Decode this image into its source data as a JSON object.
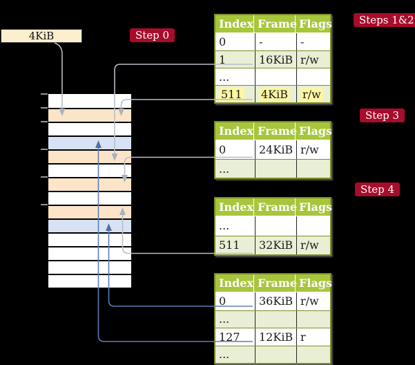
{
  "frame_box": {
    "label": "4KiB"
  },
  "steps": {
    "step0": "Step 0",
    "steps12": "Steps 1&2",
    "step3": "Step 3",
    "step4": "Step 4"
  },
  "memory": {
    "description": "physical memory frames, 4KiB each, top = 0KiB, one row = 4KiB",
    "rows": [
      "white",
      "orange",
      "white",
      "blue",
      "orange",
      "white",
      "orange",
      "white",
      "orange",
      "blue",
      "white",
      "white",
      "white",
      "white"
    ],
    "tick_rows": [
      0,
      1,
      2,
      4,
      6,
      8
    ]
  },
  "tables": [
    {
      "name": "page-table-steps-1-2",
      "headers": [
        "Index",
        "Frame",
        "Flags"
      ],
      "rows": [
        {
          "cells": [
            "0",
            "-",
            "-"
          ],
          "alt": false,
          "highlight": false
        },
        {
          "cells": [
            "1",
            "16KiB",
            "r/w"
          ],
          "alt": true,
          "highlight": false
        },
        {
          "cells": [
            "...",
            "",
            ""
          ],
          "alt": false,
          "highlight": false
        },
        {
          "cells": [
            "511",
            "4KiB",
            "r/w"
          ],
          "alt": true,
          "highlight": true
        }
      ]
    },
    {
      "name": "page-table-step-3",
      "headers": [
        "Index",
        "Frame",
        "Flags"
      ],
      "rows": [
        {
          "cells": [
            "0",
            "24KiB",
            "r/w"
          ],
          "alt": false,
          "highlight": false
        },
        {
          "cells": [
            "...",
            "",
            ""
          ],
          "alt": true,
          "highlight": false
        }
      ]
    },
    {
      "name": "page-table-step-4-upper",
      "headers": [
        "Index",
        "Frame",
        "Flags"
      ],
      "rows": [
        {
          "cells": [
            "...",
            "",
            ""
          ],
          "alt": false,
          "highlight": false
        },
        {
          "cells": [
            "511",
            "32KiB",
            "r/w"
          ],
          "alt": true,
          "highlight": false
        }
      ]
    },
    {
      "name": "page-table-step-4-lower",
      "headers": [
        "Index",
        "Frame",
        "Flags"
      ],
      "rows": [
        {
          "cells": [
            "0",
            "36KiB",
            "r/w"
          ],
          "alt": false,
          "highlight": false
        },
        {
          "cells": [
            "...",
            "",
            ""
          ],
          "alt": true,
          "highlight": false
        },
        {
          "cells": [
            "127",
            "12KiB",
            "r"
          ],
          "alt": false,
          "highlight": false
        },
        {
          "cells": [
            "...",
            "",
            ""
          ],
          "alt": true,
          "highlight": false
        }
      ]
    }
  ],
  "connectors": [
    {
      "from": "frame-size-box",
      "to": "frame-4KiB",
      "color": "gray",
      "direction": "down"
    },
    {
      "from": "table1-entry-1",
      "to": "frame-16KiB",
      "color": "gray",
      "direction": "down"
    },
    {
      "from": "table1-entry-511",
      "to": "frame-4KiB",
      "color": "gray",
      "direction": "down"
    },
    {
      "from": "table2-entry-0",
      "to": "frame-24KiB",
      "color": "gray",
      "direction": "down"
    },
    {
      "from": "table3-entry-511",
      "to": "frame-32KiB",
      "color": "gray",
      "direction": "up"
    },
    {
      "from": "table4-entry-0",
      "to": "frame-36KiB",
      "color": "blue",
      "direction": "up"
    },
    {
      "from": "table4-entry-127",
      "to": "frame-12KiB",
      "color": "blue",
      "direction": "up"
    }
  ],
  "colors": {
    "background": "#000000",
    "step_badge": "#a80c2b",
    "table_header": "#a7c63c",
    "table_border": "#7c8c28",
    "row_alt": "#e9efd5",
    "highlight": "#fcf6a3",
    "frame_box_bg": "#fcefcd",
    "memory_orange": "#fce4c9",
    "memory_blue": "#d7e3f4",
    "gray_line": "#b9bec6",
    "gray_arrow": "#a9b2bf",
    "blue_line": "#5d7db3",
    "blue_arrow": "#53719f"
  }
}
